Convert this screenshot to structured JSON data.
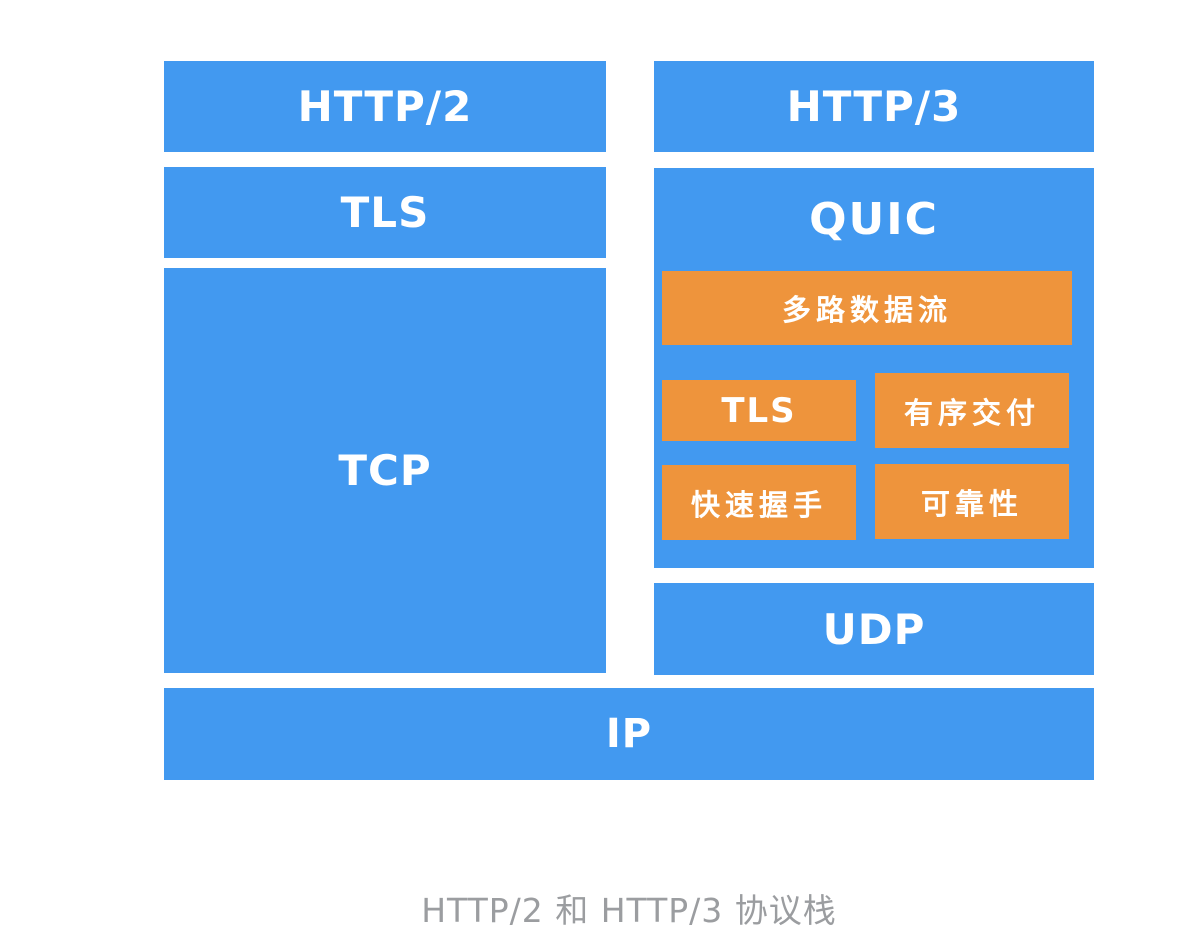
{
  "colors": {
    "box_blue": "#4299f0",
    "box_orange": "#ee943c",
    "box_text": "#ffffff",
    "caption_gray": "#9b9da0",
    "background": "#ffffff"
  },
  "diagram": {
    "left_stack": {
      "http2": "HTTP/2",
      "tls": "TLS",
      "tcp": "TCP"
    },
    "right_stack": {
      "http3": "HTTP/3",
      "quic": {
        "label": "QUIC",
        "features": [
          "多路数据流",
          "TLS",
          "有序交付",
          "快速握手",
          "可靠性"
        ]
      },
      "udp": "UDP"
    },
    "ip": "IP",
    "caption": "HTTP/2 和 HTTP/3 协议栈"
  }
}
